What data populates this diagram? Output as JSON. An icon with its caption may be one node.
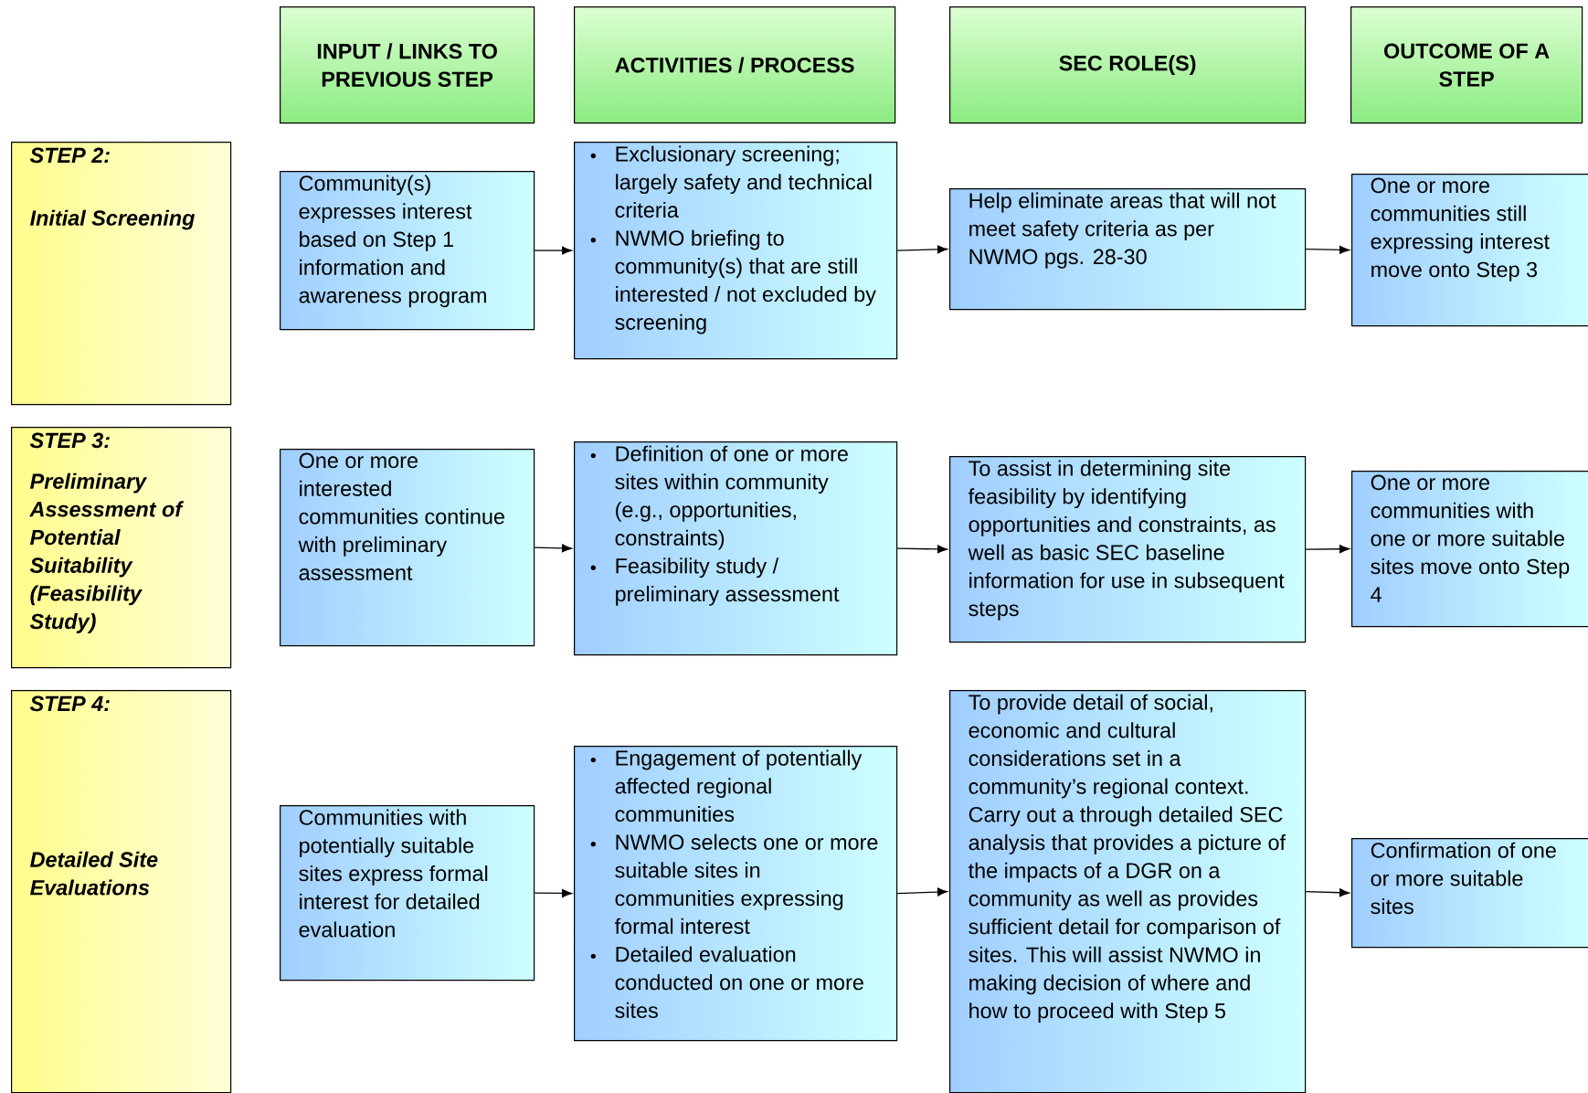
{
  "diagram": {
    "nodes": [
      {
        "text": [
          "INPUT / LINKS TO PREVIOUS STEP"
        ]
      },
      {
        "text": [
          "ACTIVITIES / PROCESS"
        ]
      },
      {
        "text": [
          "SEC ROLE(S)"
        ]
      },
      {
        "text": [
          "OUTCOME OF A STEP"
        ]
      },
      {
        "text": [
          "STEP 2:",
          "Initial Screening"
        ]
      },
      {
        "text": [
          "Community(s) expresses interest based on Step 1 information and awareness program"
        ]
      },
      {
        "text": [
          "Exclusionary screening; largely safety and technical criteria",
          "NWMO briefing to community(s) that are still interested / not excluded by screening"
        ]
      },
      {
        "text": [
          "Help eliminate areas that will not meet safety criteria as per NWMO pgs. 28-30"
        ]
      },
      {
        "text": [
          "One or more communities still expressing interest move onto Step 3"
        ]
      },
      {
        "text": [
          "STEP 3:",
          "Preliminary Assessment of Potential Suitability (Feasibility Study)"
        ]
      },
      {
        "text": [
          "One or more interested communities continue with preliminary assessment"
        ]
      },
      {
        "text": [
          "Definition of one or more sites within community (e.g., opportunities, constraints)",
          "Feasibility study / preliminary assessment"
        ]
      },
      {
        "text": [
          "To assist in determining site feasibility by identifying opportunities and constraints, as well as basic SEC baseline information for use in subsequent steps"
        ]
      },
      {
        "text": [
          "One or more communities with one or more suitable sites move onto Step 4"
        ]
      },
      {
        "text": [
          "STEP 4:",
          "Detailed Site Evaluations"
        ]
      },
      {
        "text": [
          "Communities with potentially suitable sites express formal interest for detailed evaluation"
        ]
      },
      {
        "text": [
          "Engagement of potentially affected regional communities",
          "NWMO selects one or more suitable sites in communities expressing formal interest",
          "Detailed evaluation conducted on one or more sites"
        ]
      },
      {
        "text": [
          "To provide detail of social, economic and cultural considerations set in a community’s regional context. Carry out a through detailed SEC analysis that provides a picture of the impacts of a DGR on a community as well as provides sufficient detail for comparison of sites. This will assist NWMO in making decision of where and how to proceed with Step 5"
        ]
      },
      {
        "text": [
          "Confirmation of one or more suitable sites"
        ]
      }
    ],
    "edges": [
      {
        "from": 5,
        "to": 6,
        "arrow": "to"
      },
      {
        "from": 6,
        "to": 7,
        "arrow": "to"
      },
      {
        "from": 7,
        "to": 8,
        "arrow": "to"
      },
      {
        "from": 10,
        "to": 11,
        "arrow": "to"
      },
      {
        "from": 11,
        "to": 12,
        "arrow": "to"
      },
      {
        "from": 12,
        "to": 13,
        "arrow": "to"
      },
      {
        "from": 15,
        "to": 16,
        "arrow": "to"
      },
      {
        "from": 16,
        "to": 17,
        "arrow": "to"
      },
      {
        "from": 17,
        "to": 18,
        "arrow": "to"
      }
    ]
  }
}
